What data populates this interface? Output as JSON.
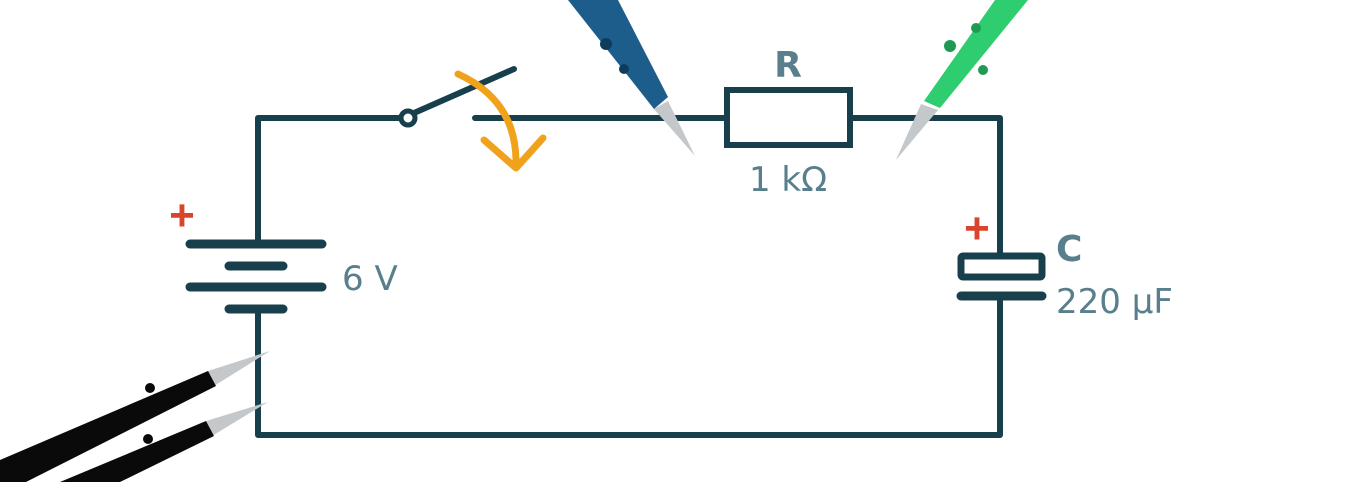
{
  "battery": {
    "voltage_label": "6 V",
    "polarity_symbol": "+"
  },
  "resistor": {
    "name": "R",
    "value": "1 kΩ"
  },
  "capacitor": {
    "name": "C",
    "value": "220 μF",
    "polarity_symbol": "+"
  },
  "colors": {
    "wire": "#18404c",
    "label": "#587f8b",
    "polarity": "#d9452c",
    "switch_arrow": "#f0a21c",
    "probe_blue": "#1d5d8c",
    "probe_green": "#2ecd6f",
    "probe_black": "#0a0a0a",
    "probe_tip": "#c4c8cb"
  },
  "icons": [
    "switch-action-arrow-icon",
    "battery-symbol",
    "resistor-symbol",
    "capacitor-symbol",
    "probe-icon"
  ]
}
